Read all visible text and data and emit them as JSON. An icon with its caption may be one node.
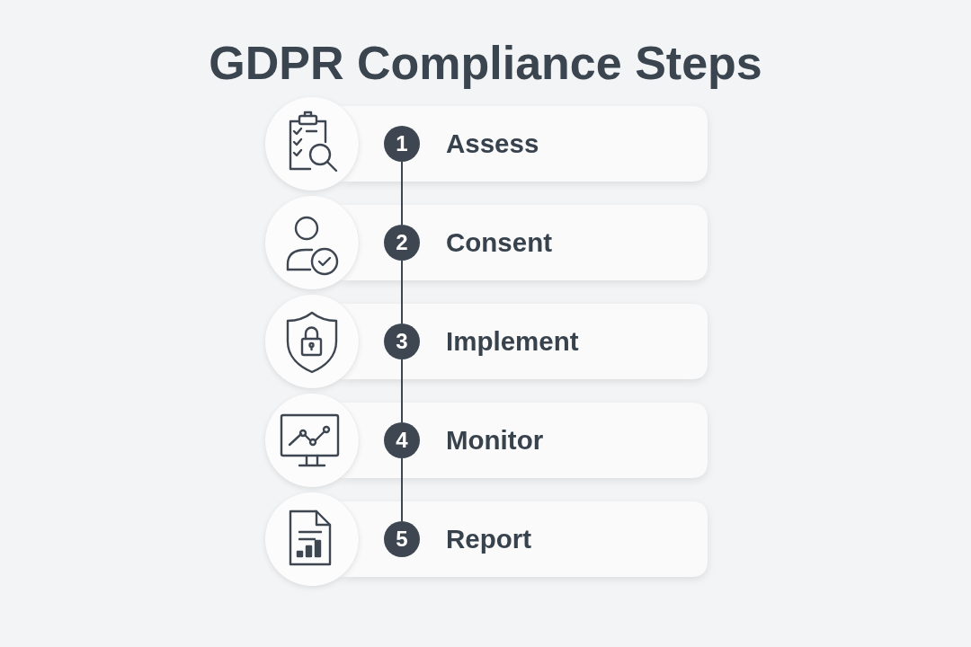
{
  "diagram": {
    "title": "GDPR Compliance Steps",
    "nodes": [
      {
        "text": [
          "Assess"
        ]
      },
      {
        "text": [
          "1"
        ],
        "in": 0
      },
      {
        "text": [
          "Consent"
        ]
      },
      {
        "text": [
          "2"
        ],
        "in": 2
      },
      {
        "text": [
          "Implement"
        ]
      },
      {
        "text": [
          "3"
        ],
        "in": 4
      },
      {
        "text": [
          "Monitor"
        ]
      },
      {
        "text": [
          "4"
        ],
        "in": 6
      },
      {
        "text": [
          "Report"
        ]
      },
      {
        "text": [
          "5"
        ],
        "in": 8
      }
    ],
    "edges": [
      {
        "from": 1,
        "to": 3,
        "arrow": "none"
      },
      {
        "from": 3,
        "to": 5,
        "arrow": "none"
      },
      {
        "from": 5,
        "to": 7,
        "arrow": "none"
      },
      {
        "from": 7,
        "to": 9,
        "arrow": "none"
      }
    ]
  }
}
